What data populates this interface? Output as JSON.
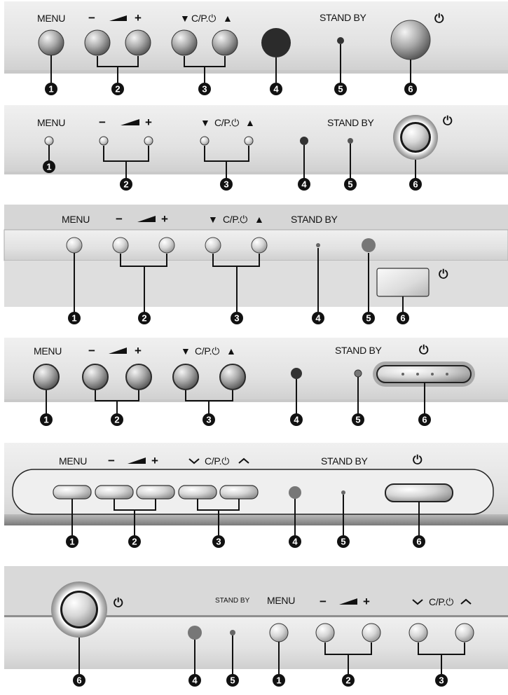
{
  "labels": {
    "menu": "MENU",
    "minus": "−",
    "plus": "+",
    "channel": "C/P.⏻",
    "down": "▼",
    "up": "▲",
    "standby": "STAND BY",
    "power": "⏻"
  },
  "panels": [
    {
      "callouts": [
        "1",
        "2",
        "3",
        "4",
        "5",
        "6"
      ]
    },
    {
      "callouts": [
        "1",
        "2",
        "3",
        "4",
        "5",
        "6"
      ]
    },
    {
      "callouts": [
        "1",
        "2",
        "3",
        "4",
        "5",
        "6"
      ]
    },
    {
      "callouts": [
        "1",
        "2",
        "3",
        "4",
        "5",
        "6"
      ]
    },
    {
      "callouts": [
        "1",
        "2",
        "3",
        "4",
        "5",
        "6"
      ]
    },
    {
      "callouts": [
        "6",
        "4",
        "5",
        "1",
        "2",
        "3"
      ]
    }
  ],
  "colors": {
    "panel": "#e6e6e6",
    "panel_dark": "#9a9a9a",
    "callout": "#111111"
  }
}
